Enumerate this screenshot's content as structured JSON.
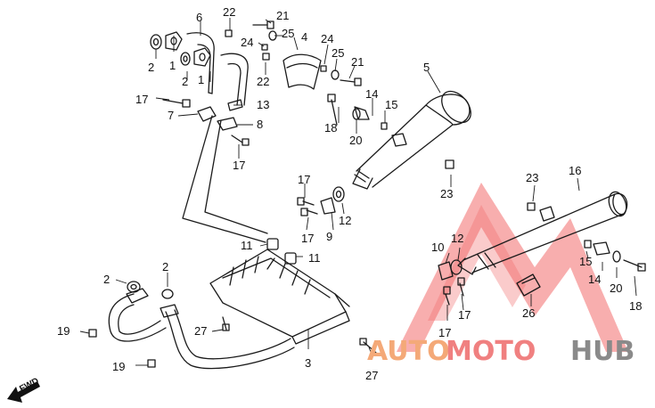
{
  "diagram": {
    "part_labels": [
      "1",
      "2",
      "3",
      "4",
      "5",
      "6",
      "7",
      "8",
      "9",
      "10",
      "11",
      "12",
      "13",
      "14",
      "15",
      "16",
      "17",
      "18",
      "19",
      "20",
      "21",
      "22",
      "23",
      "24",
      "25",
      "26",
      "27"
    ],
    "forward_label": "FWD"
  },
  "watermark": {
    "word_1": "AUTO",
    "word_2": "MOTO",
    "word_3": "HUB",
    "colors": {
      "auto": "#f4a978",
      "moto": "#f08080",
      "hub": "#8a8a8a",
      "triangle": "#f26b6b"
    }
  },
  "colors": {
    "line": "#1a1a1a",
    "shade": "#555555"
  }
}
